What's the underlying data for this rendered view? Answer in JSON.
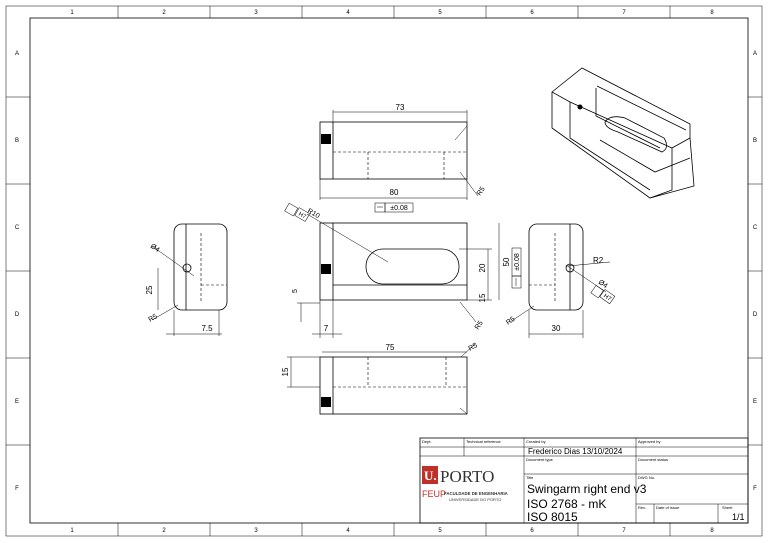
{
  "zones": {
    "columns": [
      "1",
      "2",
      "3",
      "4",
      "5",
      "6",
      "7",
      "8"
    ],
    "rows": [
      "A",
      "B",
      "C",
      "D",
      "E",
      "F"
    ]
  },
  "dimensions": {
    "top_width": "73",
    "top_overall": "80",
    "top_radius": "R5",
    "front_slot_radius": "R10",
    "front_slot_width": "20",
    "front_height": "50",
    "front_lower": "15",
    "front_offset_v": "5",
    "front_offset_h": "7",
    "front_corner_radius": "R5",
    "bottom_width": "75",
    "bottom_radius": "R5",
    "bottom_height": "15",
    "left_hole": "Ø4",
    "left_height": "25",
    "left_radius": "R5",
    "left_width": "7.5",
    "right_r2": "R2",
    "right_hole": "Ø4",
    "right_radius": "R5",
    "right_width": "30"
  },
  "tolerances": {
    "flatness": "±0.08",
    "vertical": "±0.08",
    "fit_front": "H7",
    "fit_right": "H7"
  },
  "title_block": {
    "dept_label": "Dept.",
    "techref_label": "Technical reference",
    "created_by_label": "Created by",
    "created_by": "Frederico Dias  13/10/2024",
    "approved_by_label": "Approved by",
    "document_type_label": "Document type",
    "document_status_label": "Document status",
    "title_label": "Title",
    "title_line1": "Swingarm right end v3",
    "title_line2": "ISO 2768 - mK",
    "title_line3": "ISO 8015",
    "dwg_label": "DWG No.",
    "rev_label": "Rev.",
    "date_label": "Date of issue",
    "sheet_label": "Sheet",
    "sheet_value": "1/1",
    "logo_u": "U.",
    "logo_porto": "PORTO",
    "logo_feup": "FEUP",
    "logo_fac": "FACULDADE DE ENGENHARIA",
    "logo_univ": "UNIVERSIDADE DO PORTO"
  }
}
